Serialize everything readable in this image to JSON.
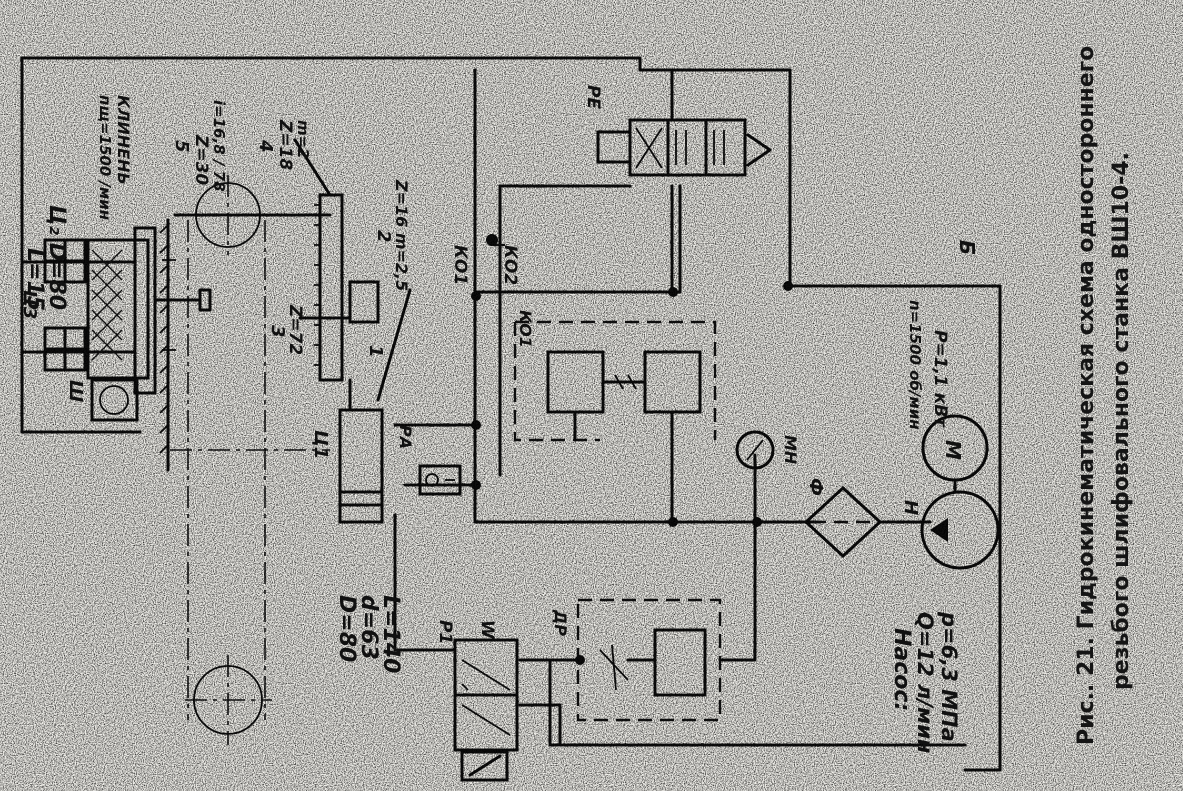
{
  "caption": {
    "line1": "Рис.. 21. Гидрокинематическая схема одностороннего",
    "line2": "резьбого шлифовального станка ВШ10-4."
  },
  "labels": {
    "c1_param1": "Ц₂ D=80",
    "c1_param2": "L=15",
    "c3": "Ц3",
    "sh": "Ш",
    "spindle_a": "КЛИНЕНЬ",
    "spindle_b": "пщ=1500 /мин",
    "gear5_a": "5",
    "gear5_b": "Z=30",
    "gear5_c": "i=16,8 / 78",
    "gear4_a": "4",
    "gear4_b": "Z=18",
    "gear4_c": "m=2",
    "gear2_a": "2",
    "gear2_b": "Z=16  m=2,5",
    "gear3_a": "3",
    "gear3_b": "Z=72",
    "rack": "1",
    "c1": "Ц1",
    "kp1": "КО1",
    "kp2": "КО2",
    "re": "РЕ",
    "ra": "РА",
    "ko1b": "КО1",
    "mn": "МН",
    "pump_n": "Н",
    "filter_f": "Ф",
    "motor_m": "М",
    "motor_params1": "n=1500 об/мин",
    "motor_params2": "P=1,1 кВт",
    "b_mark": "Б",
    "cyl_d": "D=80",
    "cyl_dd": "d=63",
    "cyl_l": "L=140",
    "p1": "Р1",
    "w": "W",
    "dr": "ДР",
    "pump_title": "Насос:",
    "pump_q": "Q=12 л/мин",
    "pump_p": "p=6,3 МПа"
  }
}
